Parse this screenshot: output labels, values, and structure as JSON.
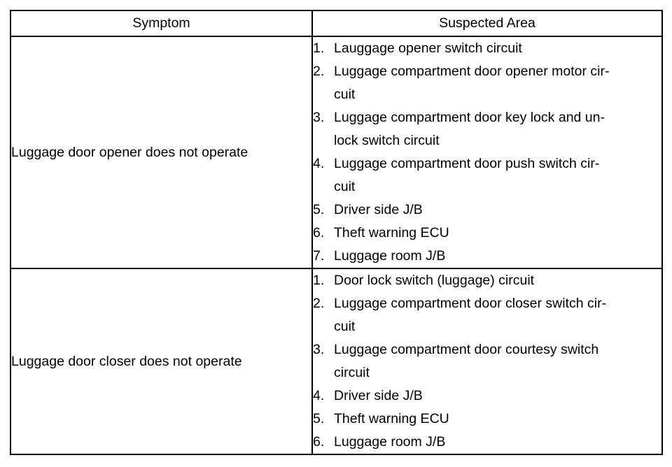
{
  "table": {
    "headers": {
      "symptom": "Symptom",
      "suspected_area": "Suspected Area"
    },
    "rows": [
      {
        "symptom": "Luggage door opener does not operate",
        "areas": [
          {
            "num": "1.",
            "lines": [
              "Lauggage opener switch circuit"
            ]
          },
          {
            "num": "2.",
            "lines": [
              "Luggage compartment door opener motor cir-",
              "cuit"
            ]
          },
          {
            "num": "3.",
            "lines": [
              "Luggage compartment door key lock and un-",
              "lock switch circuit"
            ]
          },
          {
            "num": "4.",
            "lines": [
              "Luggage compartment door push switch cir-",
              "cuit"
            ]
          },
          {
            "num": "5.",
            "lines": [
              "Driver side J/B"
            ]
          },
          {
            "num": "6.",
            "lines": [
              "Theft warning ECU"
            ]
          },
          {
            "num": "7.",
            "lines": [
              "Luggage room J/B"
            ]
          }
        ]
      },
      {
        "symptom": "Luggage door closer does not operate",
        "areas": [
          {
            "num": "1.",
            "lines": [
              "Door lock switch (luggage) circuit"
            ]
          },
          {
            "num": "2.",
            "lines": [
              "Luggage compartment door closer switch cir-",
              "cuit"
            ]
          },
          {
            "num": "3.",
            "lines": [
              "Luggage compartment door courtesy switch",
              "circuit"
            ]
          },
          {
            "num": "4.",
            "lines": [
              "Driver side J/B"
            ]
          },
          {
            "num": "5.",
            "lines": [
              "Theft warning ECU"
            ]
          },
          {
            "num": "6.",
            "lines": [
              "Luggage room J/B"
            ]
          }
        ]
      }
    ]
  }
}
